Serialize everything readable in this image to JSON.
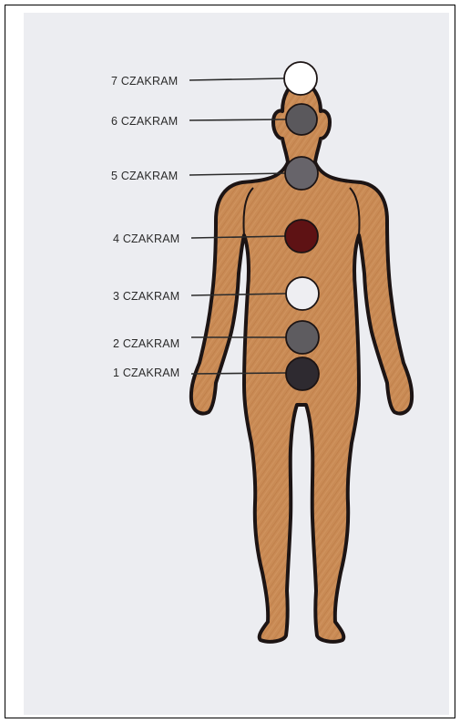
{
  "diagram": {
    "colors": {
      "paper": "#ecedf1",
      "skin": "#c98b55",
      "skin_dark": "#a9673a",
      "outline": "#1c1414",
      "leader_line": "#2b2b2b"
    },
    "chakras": [
      {
        "label": "7 CZAKRAM",
        "fill": "#ffffff"
      },
      {
        "label": "6 CZAKRAM",
        "fill": "#5a585c"
      },
      {
        "label": "5 CZAKRAM",
        "fill": "#67646a"
      },
      {
        "label": "4 CZAKRAM",
        "fill": "#5e1214"
      },
      {
        "label": "3 CZAKRAM",
        "fill": "#eeeef2"
      },
      {
        "label": "2 CZAKRAM",
        "fill": "#5e5c60"
      },
      {
        "label": "1 CZAKRAM",
        "fill": "#2e2a30"
      }
    ]
  }
}
